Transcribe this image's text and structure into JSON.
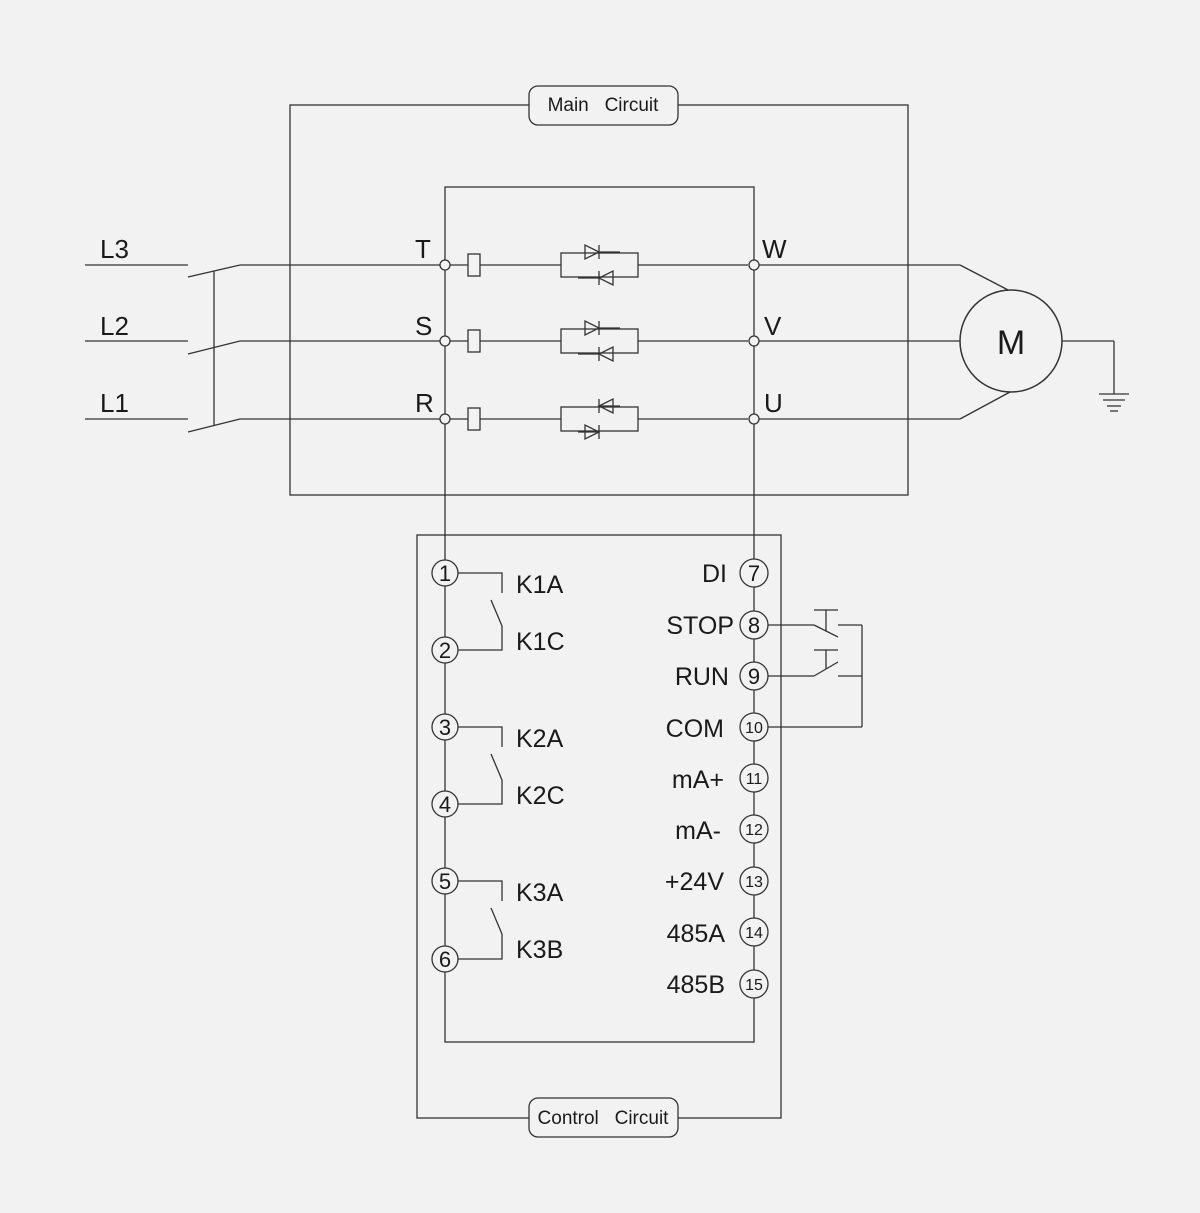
{
  "main_circuit": {
    "title": "Main   Circuit"
  },
  "control_circuit": {
    "title": "Control   Circuit"
  },
  "supply_lines": [
    "L3",
    "L2",
    "L1"
  ],
  "input_terminals": [
    "T",
    "S",
    "R"
  ],
  "output_terminals": [
    "W",
    "V",
    "U"
  ],
  "motor": {
    "label": "M"
  },
  "relay_terminals": [
    {
      "num": "1",
      "label": "K1A"
    },
    {
      "num": "2",
      "label": "K1C"
    },
    {
      "num": "3",
      "label": "K2A"
    },
    {
      "num": "4",
      "label": "K2C"
    },
    {
      "num": "5",
      "label": "K3A"
    },
    {
      "num": "6",
      "label": "K3B"
    }
  ],
  "control_terminals": [
    {
      "num": "7",
      "label": "DI"
    },
    {
      "num": "8",
      "label": "STOP"
    },
    {
      "num": "9",
      "label": "RUN"
    },
    {
      "num": "10",
      "label": "COM"
    },
    {
      "num": "11",
      "label": "mA+"
    },
    {
      "num": "12",
      "label": "mA-"
    },
    {
      "num": "13",
      "label": "+24V"
    },
    {
      "num": "14",
      "label": "485A"
    },
    {
      "num": "15",
      "label": "485B"
    }
  ]
}
